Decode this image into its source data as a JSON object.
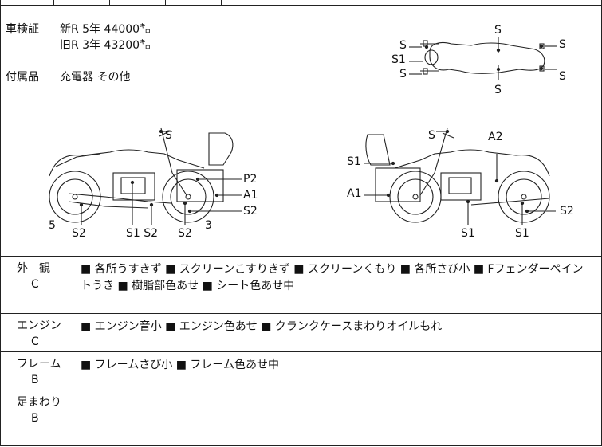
{
  "registration": {
    "label": "車検証",
    "new_line": "新R  5年  44000㌔",
    "old_line": "旧R  3年  43200㌔"
  },
  "accessories": {
    "label": "付属品",
    "value": "充電器 その他"
  },
  "diagram_top": {
    "labels": [
      "S",
      "S",
      "S1",
      "S",
      "S",
      "S",
      "S"
    ]
  },
  "diagram_left": {
    "labels": [
      "S",
      "P2",
      "A1",
      "S2",
      "5",
      "S2",
      "S1 S2",
      "S2",
      "3"
    ]
  },
  "diagram_right": {
    "labels": [
      "S",
      "A2",
      "S1",
      "A1",
      "S2",
      "S1",
      "S1"
    ]
  },
  "sections": [
    {
      "title": "外　観",
      "grade": "C",
      "notes": "■ 各所うすきず ■ スクリーンこすりきず ■ スクリーンくもり ■ 各所さび小 ■ Fフェンダーペイントうき ■ 樹脂部色あせ ■ シート色あせ中"
    },
    {
      "title": "エンジン",
      "grade": "C",
      "notes": "■ エンジン音小 ■ エンジン色あせ ■ クランクケースまわりオイルもれ"
    },
    {
      "title": "フレーム",
      "grade": "B",
      "notes": "■ フレームさび小 ■ フレーム色あせ中"
    },
    {
      "title": "足まわり",
      "grade": "B",
      "notes": ""
    }
  ]
}
